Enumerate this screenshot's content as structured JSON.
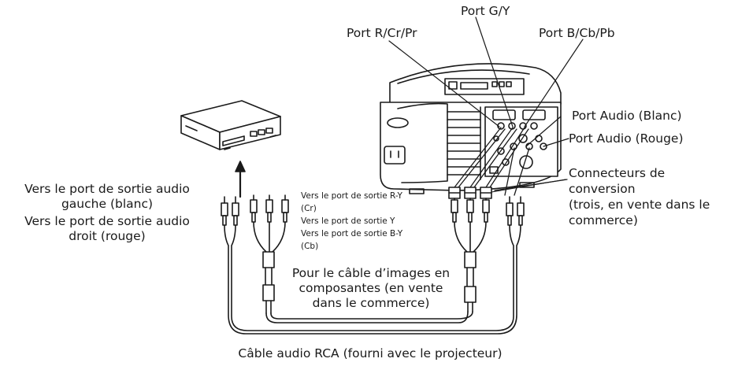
{
  "labels": {
    "port_r": "Port R/Cr/Pr",
    "port_g": "Port G/Y",
    "port_b": "Port B/Cb/Pb",
    "port_audio_white": "Port Audio (Blanc)",
    "port_audio_red": "Port Audio (Rouge)",
    "connectors": [
      "Connecteurs de",
      "conversion",
      "(trois, en vente dans le",
      "commerce)"
    ],
    "audio_left": [
      "Vers le port de sortie audio",
      "gauche (blanc)"
    ],
    "audio_right": [
      "Vers le port de sortie audio",
      "droit (rouge)"
    ],
    "component_outputs": [
      "Vers le port de sortie R-Y",
      "(Cr)",
      "Vers le port de sortie Y",
      "Vers le port de sortie B-Y",
      "(Cb)"
    ],
    "component_cable": [
      "Pour le câble d’images en",
      "composantes (en vente",
      "dans le commerce)"
    ],
    "rca_cable": "Câble audio RCA (fourni avec le projecteur)"
  },
  "colors": {
    "ink": "#1a1a1a",
    "device_fill": "#ffffff"
  }
}
